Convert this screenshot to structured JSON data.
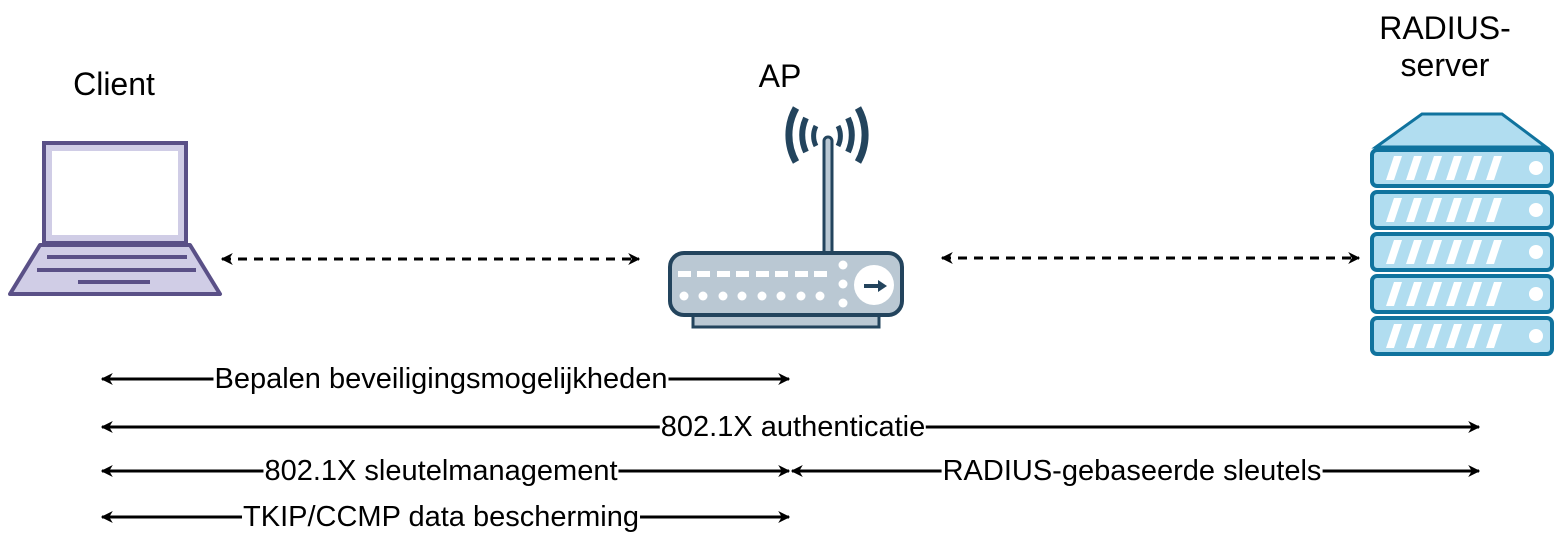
{
  "nodes": {
    "client": {
      "label": "Client",
      "icon": "laptop-icon"
    },
    "ap": {
      "label": "AP",
      "icon": "wireless-router-icon"
    },
    "radius": {
      "label": "RADIUS-\nserver",
      "label_line1": "RADIUS-",
      "label_line2": "server",
      "icon": "server-rack-icon"
    }
  },
  "connections": [
    {
      "from": "client",
      "to": "ap",
      "style": "dashed",
      "direction": "bidirectional"
    },
    {
      "from": "ap",
      "to": "radius",
      "style": "dashed",
      "direction": "bidirectional"
    }
  ],
  "exchanges": [
    {
      "label": "Bepalen beveiligingsmogelijkheden",
      "from": "client",
      "to": "ap"
    },
    {
      "label": "802.1X authenticatie",
      "from": "client",
      "to": "radius"
    },
    {
      "label": "802.1X sleutelmanagement",
      "from": "client",
      "to": "ap"
    },
    {
      "label": "RADIUS-gebaseerde sleutels",
      "from": "ap",
      "to": "radius"
    },
    {
      "label": "TKIP/CCMP data bescherming",
      "from": "client",
      "to": "ap"
    }
  ],
  "colors": {
    "laptop_stroke": "#5a5087",
    "laptop_fill": "#d0cde6",
    "router_stroke": "#23445d",
    "router_fill": "#bac8d3",
    "server_stroke": "#10739e",
    "server_fill": "#b1ddf0",
    "arrow": "#000000"
  }
}
